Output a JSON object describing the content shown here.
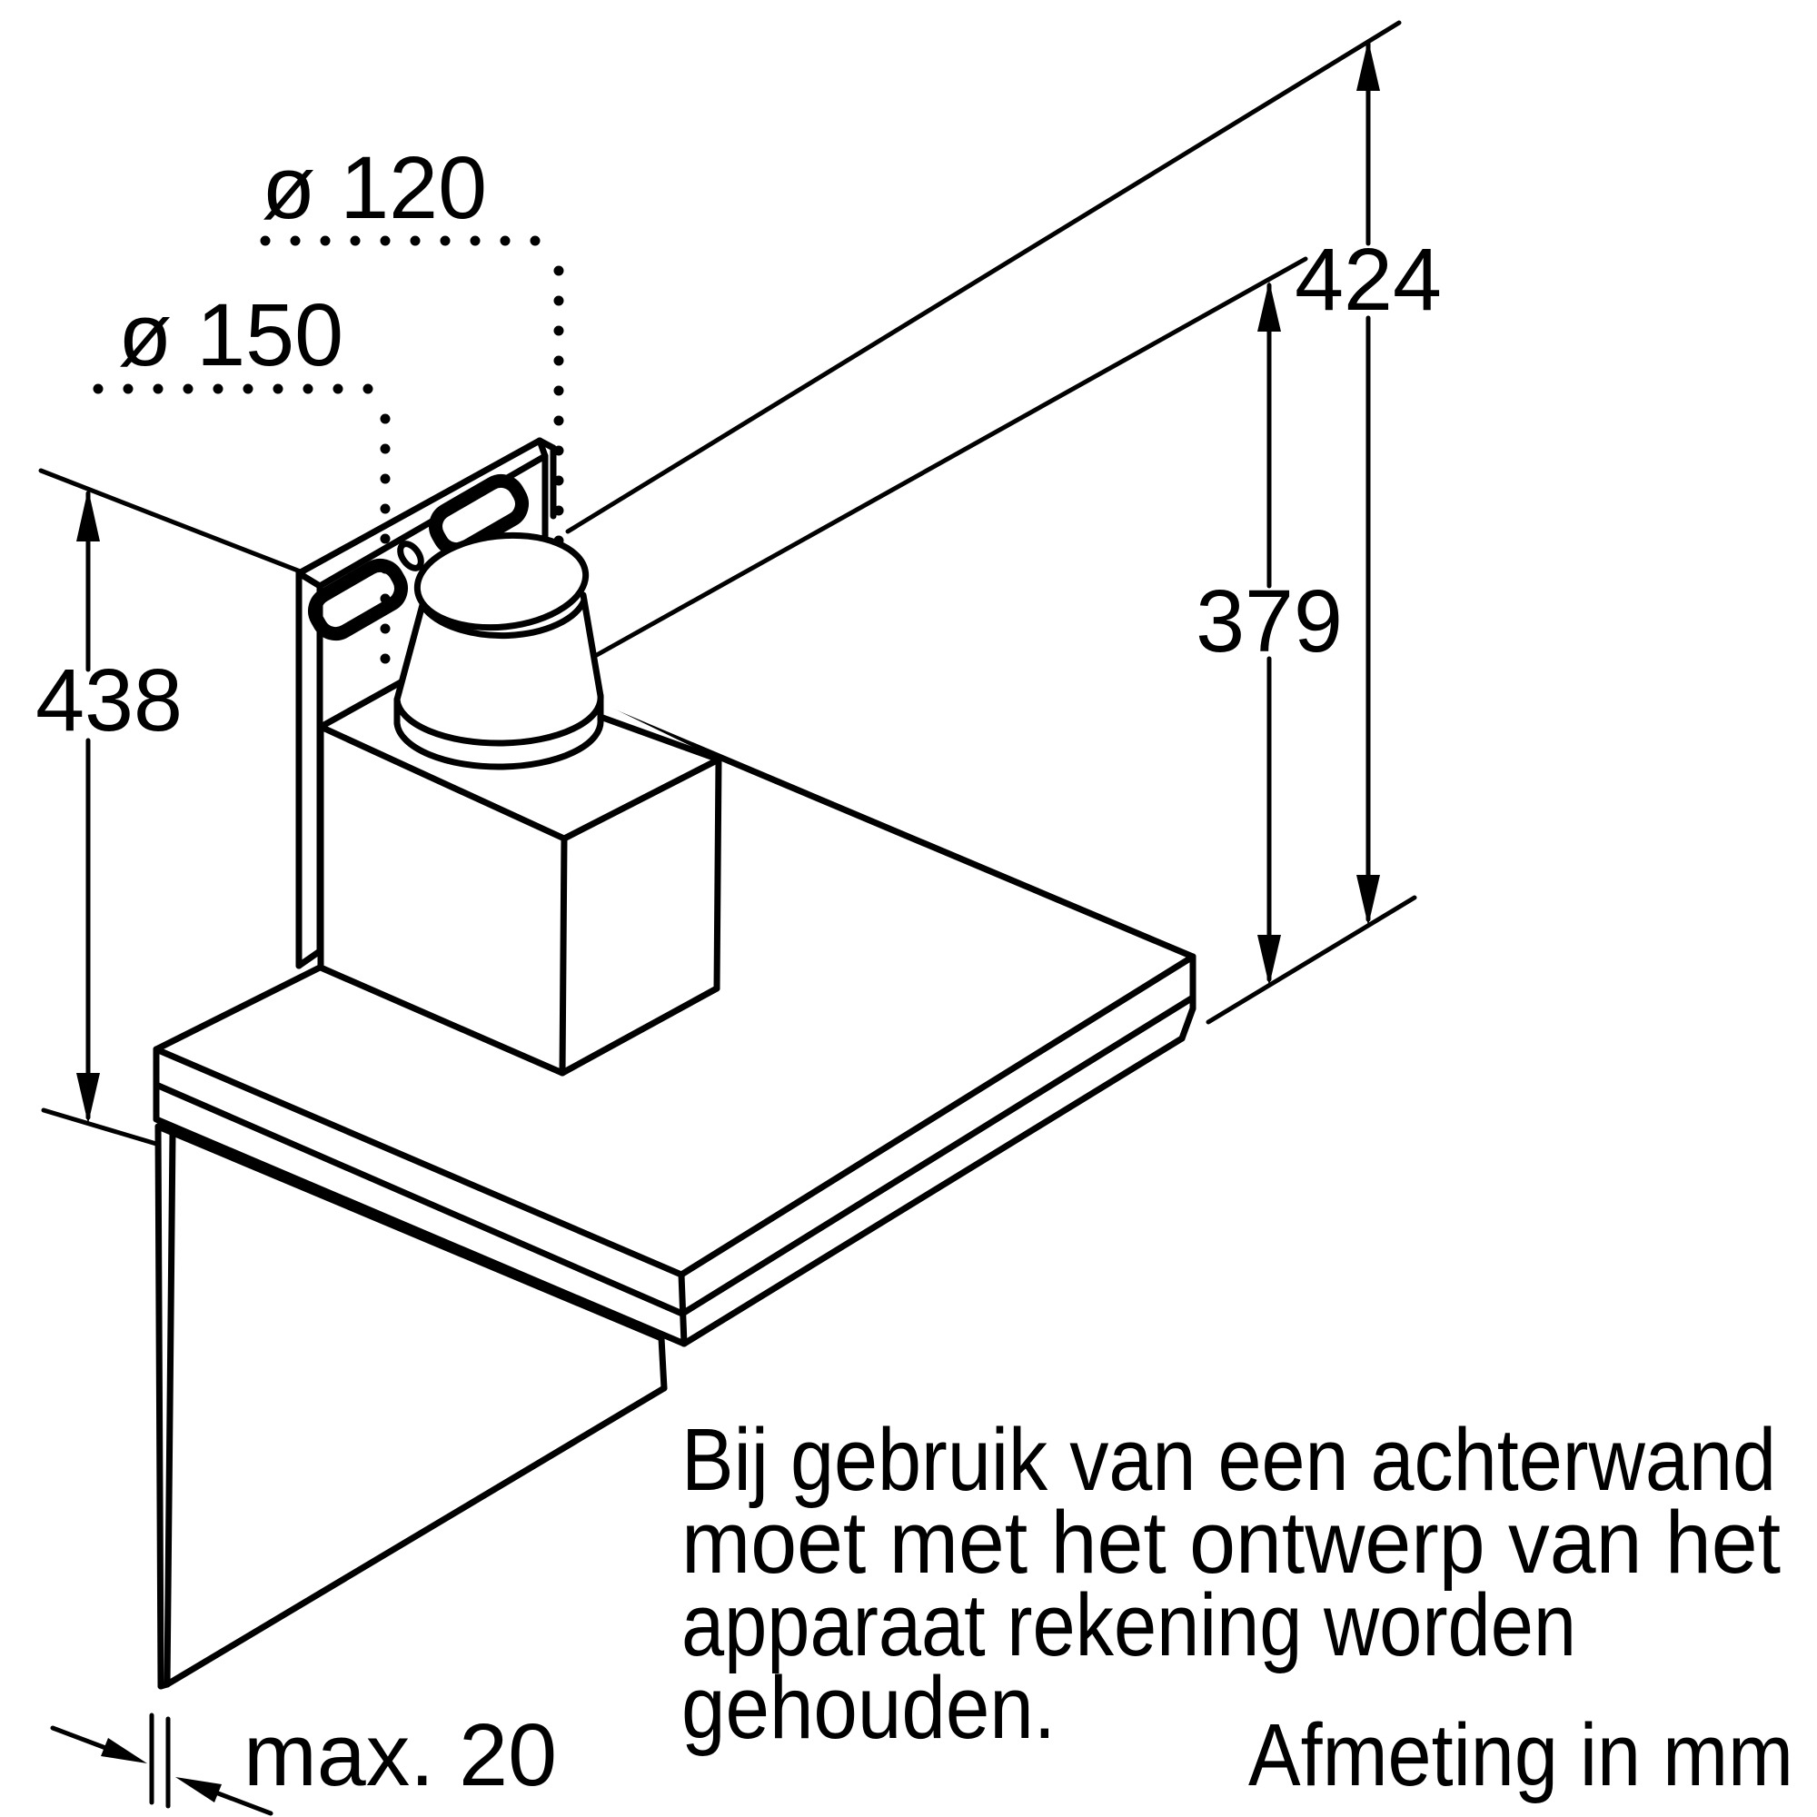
{
  "diagram": {
    "title_hidden": "",
    "dimensions": {
      "duct_small": "ø 120",
      "duct_large": "ø 150",
      "height_left": "438",
      "height_outer": "424",
      "height_inner": "379",
      "panel_thickness": "max. 20"
    },
    "note_lines": [
      "Bij gebruik van een achterwand",
      "moet met het ontwerp van het",
      "apparaat rekening worden",
      "gehouden."
    ],
    "units_caption": "Afmeting in mm",
    "colors": {
      "line": "#000000",
      "background": "#ffffff"
    }
  }
}
